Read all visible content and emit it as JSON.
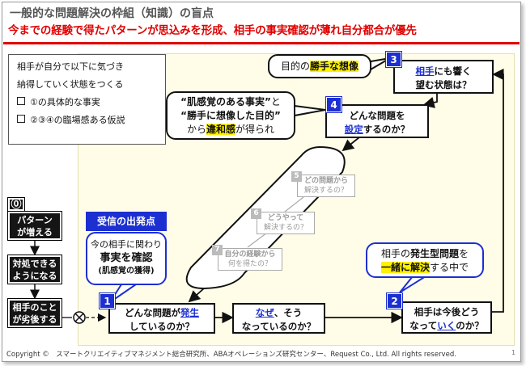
{
  "header": {
    "title": "一般的な問題解決の枠組（知識）の盲点",
    "subtitle": "今までの経験で得たパターンが思込みを形成、相手の事実確認が薄れ自分都合が優先"
  },
  "legend": {
    "line1": "相手が自分で以下に気づき",
    "line2": "納得していく状態をつくる",
    "item1": "①の具体的な事実",
    "item2": "②③④の臨場感ある仮説"
  },
  "left_flow": {
    "zero": "⓪",
    "box1": "パターン\nが増える",
    "box2": "対処できる\nようになる",
    "box3": "相手のこと\nが劣後する"
  },
  "step1": {
    "num": "1",
    "q_pre": "どんな問題が",
    "q_hl": "発生",
    "q_post": "しているのか？"
  },
  "callout1": {
    "title": "受信の出発点",
    "line1": "今の相手に関わり",
    "line2": "事実を確認",
    "line3": "(肌感覚の獲得)"
  },
  "why": {
    "hl": "なぜ",
    "post": "、そう",
    "line2": "なっているのか？"
  },
  "step2": {
    "num": "2",
    "line1": "相手は今後どう",
    "line2_pre": "なって",
    "line2_hl": "いく",
    "line2_post": "のか？"
  },
  "callout2": {
    "pre": "相手の",
    "hl1": "発生型問題",
    "post1": "を",
    "hl2": "一緒に解決",
    "post2": "する中で"
  },
  "step3": {
    "num": "3",
    "hl": "相手",
    "post1": "にも響く",
    "line2": "望む状態は？"
  },
  "callout3": {
    "pre": "目的の",
    "hl": "勝手な想像"
  },
  "step4": {
    "num": "4",
    "line1": "どんな問題を",
    "line2_hl": "設定",
    "line2_post": "するのか？"
  },
  "callout4": {
    "line1_a": "“肌感覚のある事実”",
    "line1_b": "と",
    "line2": "“勝手に想像した目的”",
    "line3_pre": "から",
    "line3_hl": "違和感",
    "line3_post": "が得られ"
  },
  "faded": {
    "s5_num": "5",
    "s5_line1": "どの問題から",
    "s5_line2": "解決するの？",
    "s6_num": "6",
    "s6_line1": "どうやって",
    "s6_line2": "解決するの？",
    "s7_num": "7",
    "s7_line1": "自分の経験から",
    "s7_line2": "何を得たの？"
  },
  "footer": {
    "copyright": "Copyright ©　スマートクリエイティブマネジメント総合研究所、ABAオペレーションズ研究センター、Request Co., Ltd. All rights reserved.",
    "page": "1"
  },
  "colors": {
    "accent_red": "#e00000",
    "accent_blue": "#1c2fd1",
    "highlight": "#fff100",
    "panel": "#fffde8"
  }
}
